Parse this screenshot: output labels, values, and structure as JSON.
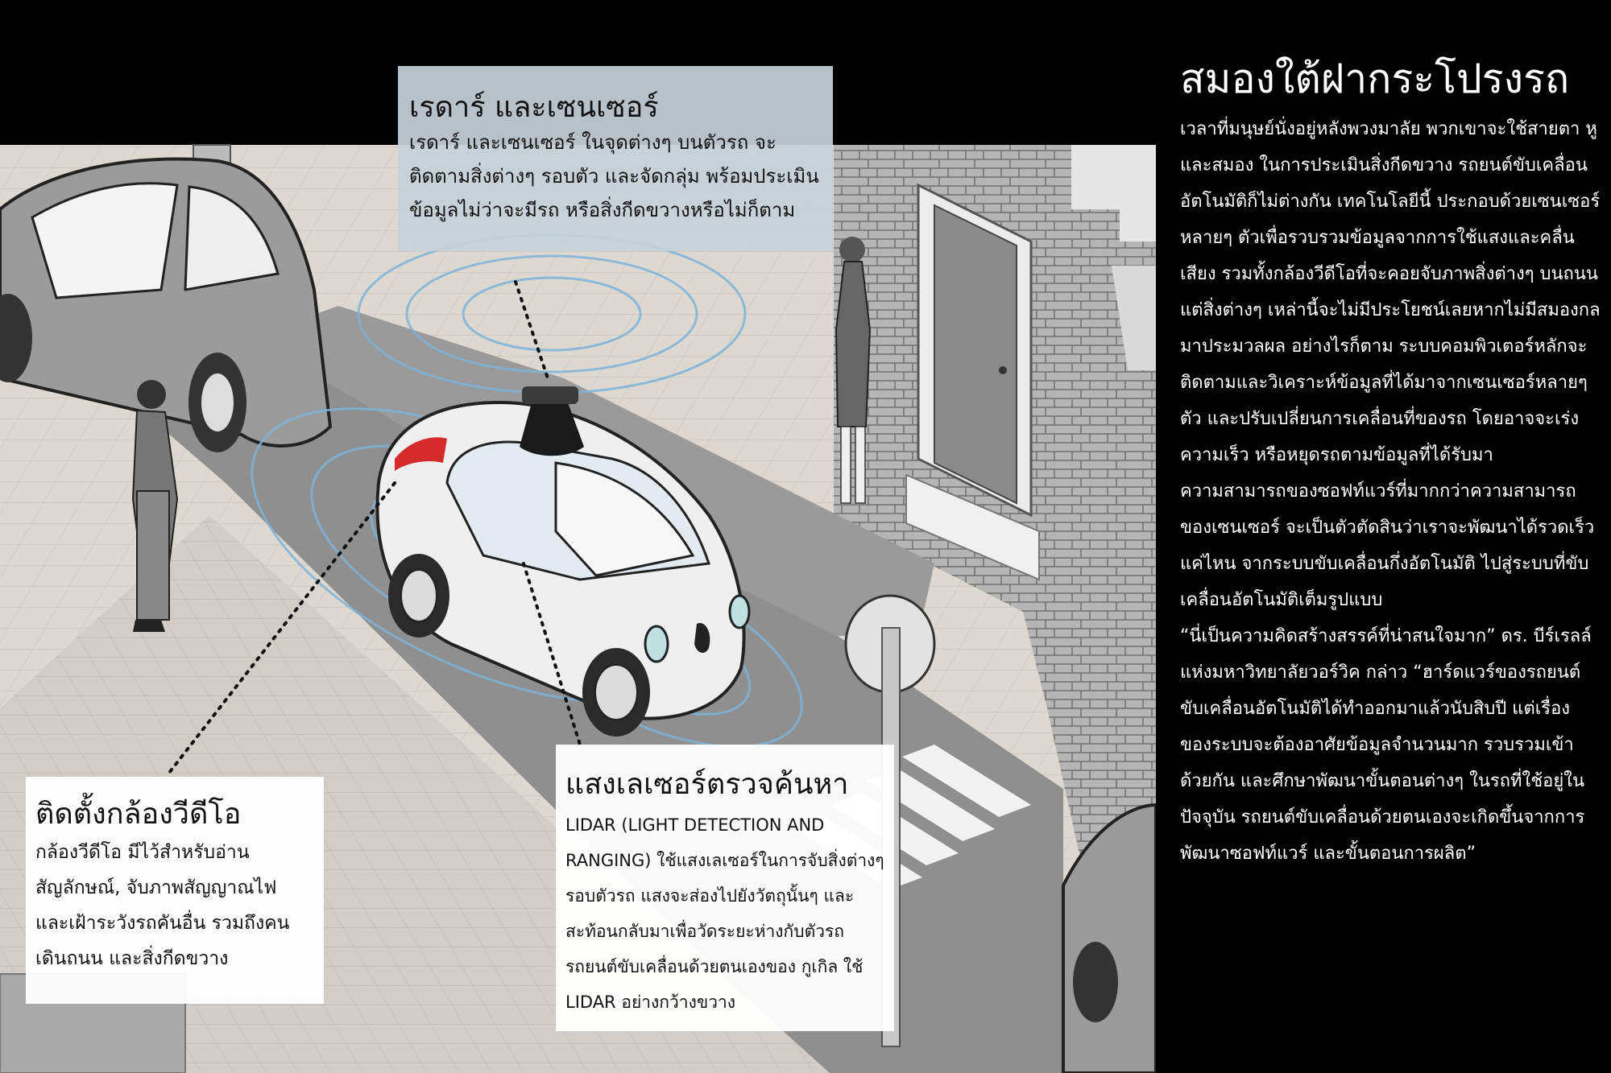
{
  "colors": {
    "top_band": "#000000",
    "panel_bg": "#000000",
    "radar_box_bg": "#c4d0d8",
    "callout_bg": "#ffffff",
    "radar_wave": "#7fb3d8",
    "tail_light": "#d42a2a",
    "road": "#8f8f8f",
    "pavement": "#dfdbd3",
    "wall": "#b5b5b5"
  },
  "callouts": {
    "radar": {
      "title": "เรดาร์ และเซนเซอร์",
      "body": "เรดาร์ และเซนเซอร์ ในจุดต่างๆ บนตัวรถ จะติดตามสิ่งต่างๆ รอบตัว และจัดกลุ่ม พร้อมประเมินข้อมูลไม่ว่าจะมีรถ หรือสิ่งกีดขวางหรือไม่ก็ตาม"
    },
    "camera": {
      "title": "ติดตั้งกล้องวีดีโอ",
      "body": "กล้องวีดีโอ มีไว้สำหรับอ่านสัญลักษณ์, จับภาพสัญญาณไฟ และเฝ้าระวังรถคันอื่น รวมถึงคนเดินถนน และสิ่งกีดขวาง"
    },
    "lidar": {
      "title": "แสงเลเซอร์ตรวจค้นหา",
      "body": "LIDAR (LIGHT DETECTION AND RANGING) ใช้แสงเลเซอร์ในการจับสิ่งต่างๆ รอบตัวรถ แสงจะส่องไปยังวัตถุนั้นๆ และสะท้อนกลับมาเพื่อวัดระยะห่างกับตัวรถ รถยนต์ขับเคลื่อนด้วยตนเองของ กูเกิล ใช้ LIDAR อย่างกว้างขวาง"
    }
  },
  "side_panel": {
    "title": "สมองใต้ฝากระโปรงรถ",
    "paragraphs": [
      "เวลาที่มนุษย์นั่งอยู่หลังพวงมาลัย พวกเขาจะใช้สายตา หู และสมอง ในการประเมินสิ่งกีดขวาง รถยนต์ขับเคลื่อนอัตโนมัติก็ไม่ต่างกัน เทคโนโลยีนี้ ประกอบด้วยเซนเซอร์หลายๆ ตัวเพื่อรวบรวมข้อมูลจากการใช้แสงและคลื่นเสียง รวมทั้งกล้องวีดีโอที่จะคอยจับภาพสิ่งต่างๆ บนถนน",
      "แต่สิ่งต่างๆ เหล่านี้จะไม่มีประโยชน์เลยหากไม่มีสมองกลมาประมวลผล อย่างไรก็ตาม ระบบคอมพิวเตอร์หลักจะติดตามและวิเคราะห์ข้อมูลที่ได้มาจากเซนเซอร์หลายๆ ตัว และปรับเปลี่ยนการเคลื่อนที่ของรถ โดยอาจจะเร่งความเร็ว หรือหยุดรถตามข้อมูลที่ได้รับมา",
      "ความสามารถของซอฟท์แวร์ที่มากกว่าความสามารถของเซนเซอร์ จะเป็นตัวตัดสินว่าเราจะพัฒนาได้รวดเร็วแค่ไหน จากระบบขับเคลื่อนกึ่งอัตโนมัติ ไปสู่ระบบที่ขับเคลื่อนอัตโนมัติเต็มรูปแบบ",
      "“นี่เป็นความคิดสร้างสรรค์ที่น่าสนใจมาก” ดร. บีร์เรลล์ แห่งมหาวิทยาลัยวอร์วิค กล่าว “ฮาร์ดแวร์ของรถยนต์ขับเคลื่อนอัตโนมัติได้ทำออกมาแล้วนับสิบปี แต่เรื่องของระบบจะต้องอาศัยข้อมูลจำนวนมาก รวบรวมเข้าด้วยกัน และศึกษาพัฒนาขั้นตอนต่างๆ ในรถที่ใช้อยู่ในปัจจุบัน รถยนต์ขับเคลื่อนด้วยตนเองจะเกิดขึ้นจากการพัฒนาซอฟท์แวร์ และขั้นตอนการผลิต”"
    ]
  }
}
